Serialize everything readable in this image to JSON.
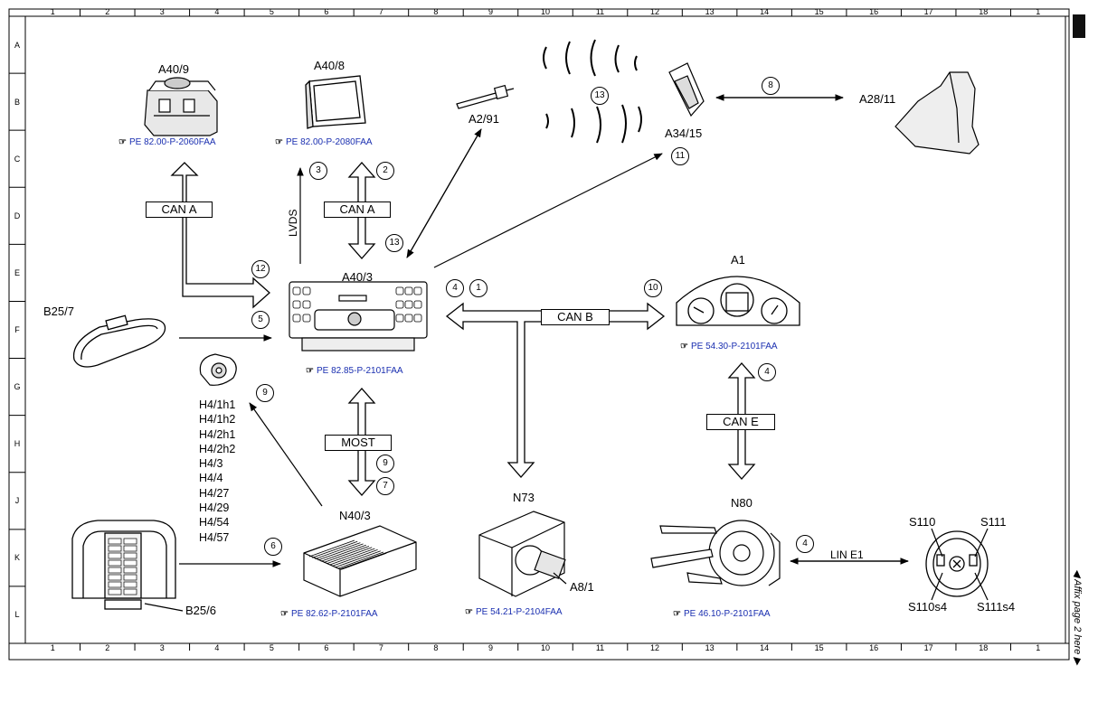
{
  "grid": {
    "columns": [
      "1",
      "2",
      "3",
      "4",
      "5",
      "6",
      "7",
      "8",
      "9",
      "10",
      "11",
      "12",
      "13",
      "14",
      "15",
      "16",
      "17",
      "18",
      "1"
    ],
    "rows": [
      "A",
      "B",
      "C",
      "D",
      "E",
      "F",
      "G",
      "H",
      "J",
      "K",
      "L"
    ]
  },
  "components": {
    "a40_9": "A40/9",
    "a40_8": "A40/8",
    "a2_91": "A2/91",
    "a34_15": "A34/15",
    "a28_11": "A28/11",
    "a40_3": "A40/3",
    "a1": "A1",
    "b25_7": "B25/7",
    "n73": "N73",
    "a8_1": "A8/1",
    "n80": "N80",
    "n40_3": "N40/3",
    "b25_6": "B25/6",
    "s110": "S110",
    "s111": "S111",
    "s110s4": "S110s4",
    "s111s4": "S111s4"
  },
  "speaker_list": [
    "H4/1h1",
    "H4/1h2",
    "H4/2h1",
    "H4/2h2",
    "H4/3",
    "H4/4",
    "H4/27",
    "H4/29",
    "H4/54",
    "H4/57"
  ],
  "references": {
    "a40_9": "PE 82.00-P-2060FAA",
    "a40_8": "PE 82.00-P-2080FAA",
    "a40_3": "PE 82.85-P-2101FAA",
    "a1": "PE 54.30-P-2101FAA",
    "n40_3": "PE 82.62-P-2101FAA",
    "n73": "PE 54.21-P-2104FAA",
    "n80": "PE 46.10-P-2101FAA"
  },
  "buses": {
    "can_a_left": "CAN A",
    "can_a_mid": "CAN A",
    "lvds": "LVDS",
    "can_b": "CAN B",
    "can_e": "CAN E",
    "most": "MOST",
    "lin_e1": "LIN E1"
  },
  "callouts": {
    "c3": "3",
    "c2": "2",
    "c8": "8",
    "c13a": "13",
    "c13b": "13",
    "c11": "11",
    "c12": "12",
    "c4a": "4",
    "c1": "1",
    "c10": "10",
    "c5": "5",
    "c9a": "9",
    "c4b": "4",
    "c9b": "9",
    "c7": "7",
    "c6": "6",
    "c4c": "4"
  },
  "side_note": "Affix page 2 here",
  "colors": {
    "reference": "#1a2fb0",
    "line": "#000000"
  },
  "icons": [
    "pointing-hand-icon",
    "arrow-right-icon"
  ]
}
